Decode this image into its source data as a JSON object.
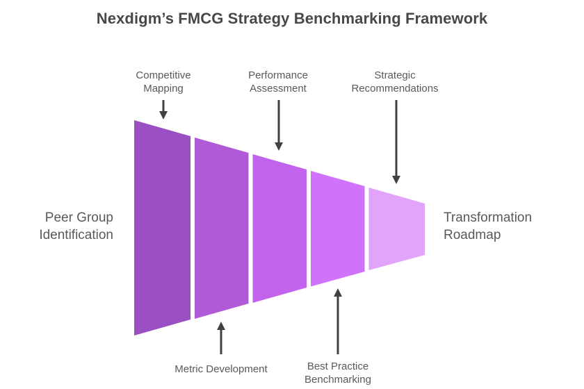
{
  "title": "Nexdigm’s FMCG Strategy Benchmarking Framework",
  "funnel": {
    "start_label": "Peer Group\nIdentification",
    "end_label": "Transformation\nRoadmap",
    "stages": [
      {
        "label": "Competitive\nMapping",
        "color": "#9b4fc2",
        "callout_position": "top"
      },
      {
        "label": "Metric Development",
        "color": "#b05ad8",
        "callout_position": "bottom"
      },
      {
        "label": "Performance\nAssessment",
        "color": "#c163ec",
        "callout_position": "top"
      },
      {
        "label": "Best Practice\nBenchmarking",
        "color": "#d173fa",
        "callout_position": "bottom"
      },
      {
        "label": "Strategic\nRecommendations",
        "color": "#e1a4fa",
        "callout_position": "top"
      }
    ]
  },
  "colors": {
    "title_text": "#48484a",
    "label_text": "#58595b",
    "arrow": "#414042",
    "background": "#ffffff"
  }
}
